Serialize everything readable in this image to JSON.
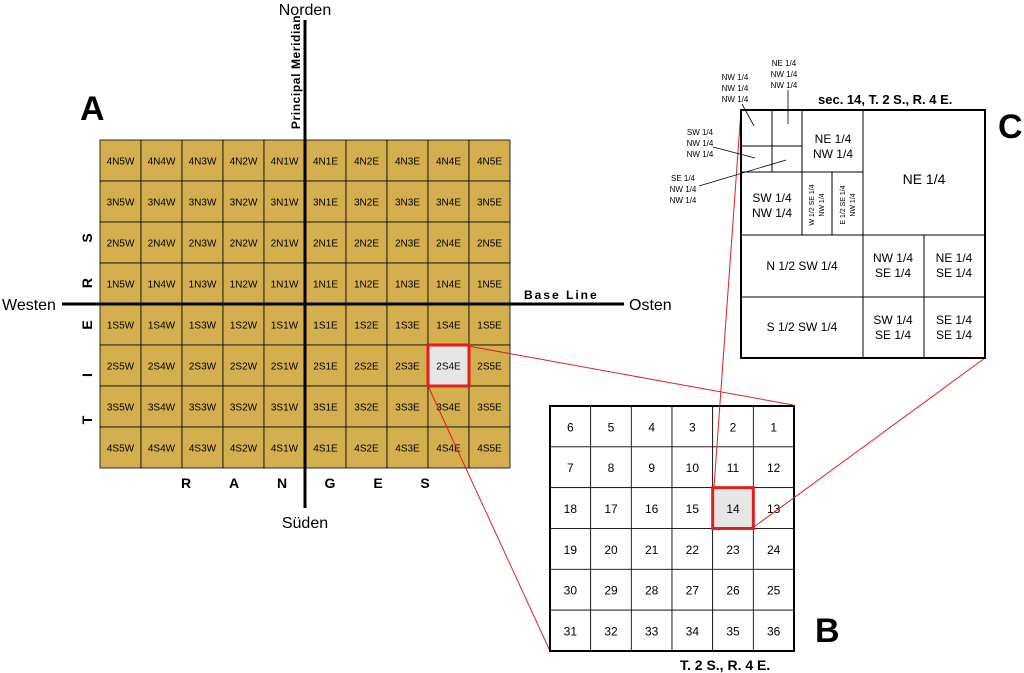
{
  "colors": {
    "township_fill": "#d4af50",
    "highlight_fill": "#e6e6e6",
    "highlight_stroke": "#e02020",
    "line": "#000000"
  },
  "panel_a": {
    "label": "A",
    "north": "Norden",
    "south": "Süden",
    "west": "Westen",
    "east": "Osten",
    "principal_meridian": "Principal Meridian",
    "base_line": "Base Line",
    "tiers_letters": [
      "T",
      "I",
      "E",
      "R",
      "S"
    ],
    "ranges_letters": [
      "R",
      "A",
      "N",
      "G",
      "E",
      "S"
    ],
    "highlight": "2S4E",
    "grid": [
      [
        "4N5W",
        "4N4W",
        "4N3W",
        "4N2W",
        "4N1W",
        "4N1E",
        "4N2E",
        "4N3E",
        "4N4E",
        "4N5E"
      ],
      [
        "3N5W",
        "3N4W",
        "3N3W",
        "3N2W",
        "3N1W",
        "3N1E",
        "3N2E",
        "3N3E",
        "3N4E",
        "3N5E"
      ],
      [
        "2N5W",
        "2N4W",
        "2N3W",
        "2N2W",
        "2N1W",
        "2N1E",
        "2N2E",
        "2N3E",
        "2N4E",
        "2N5E"
      ],
      [
        "1N5W",
        "1N4W",
        "1N3W",
        "1N2W",
        "1N1W",
        "1N1E",
        "1N2E",
        "1N3E",
        "1N4E",
        "1N5E"
      ],
      [
        "1S5W",
        "1S4W",
        "1S3W",
        "1S2W",
        "1S1W",
        "1S1E",
        "1S2E",
        "1S3E",
        "1S4E",
        "1S5E"
      ],
      [
        "2S5W",
        "2S4W",
        "2S3W",
        "2S2W",
        "2S1W",
        "2S1E",
        "2S2E",
        "2S3E",
        "2S4E",
        "2S5E"
      ],
      [
        "3S5W",
        "3S4W",
        "3S3W",
        "3S2W",
        "3S1W",
        "3S1E",
        "3S2E",
        "3S3E",
        "3S4E",
        "3S5E"
      ],
      [
        "4S5W",
        "4S4W",
        "4S3W",
        "4S2W",
        "4S1W",
        "4S1E",
        "4S2E",
        "4S3E",
        "4S4E",
        "4S5E"
      ]
    ]
  },
  "panel_b": {
    "label": "B",
    "caption": "T. 2 S., R. 4 E.",
    "highlight": "14",
    "grid": [
      [
        "6",
        "5",
        "4",
        "3",
        "2",
        "1"
      ],
      [
        "7",
        "8",
        "9",
        "10",
        "11",
        "12"
      ],
      [
        "18",
        "17",
        "16",
        "15",
        "14",
        "13"
      ],
      [
        "19",
        "20",
        "21",
        "22",
        "23",
        "24"
      ],
      [
        "30",
        "29",
        "28",
        "27",
        "26",
        "25"
      ],
      [
        "31",
        "32",
        "33",
        "34",
        "35",
        "36"
      ]
    ]
  },
  "panel_c": {
    "label": "C",
    "caption": "sec. 14, T. 2 S., R. 4 E.",
    "ne": "NE 1/4",
    "ne_nw": [
      "NE 1/4",
      "NW 1/4"
    ],
    "sw_nw": [
      "SW 1/4",
      "NW 1/4"
    ],
    "w_se_nw": "W 1/2 SE 1/4",
    "w_se_nw_2": "NW 1/4",
    "e_se_nw": "E 1/2 SE 1/4",
    "e_se_nw_2": "NW 1/4",
    "n_sw": "N 1/2 SW 1/4",
    "s_sw": "S 1/2 SW 1/4",
    "nw_se": [
      "NW 1/4",
      "SE 1/4"
    ],
    "ne_se": [
      "NE 1/4",
      "SE 1/4"
    ],
    "sw_se": [
      "SW 1/4",
      "SE 1/4"
    ],
    "se_se": [
      "SE 1/4",
      "SE 1/4"
    ],
    "callout_ne_nw_nw": [
      "NE 1/4",
      "NW 1/4",
      "NW 1/4"
    ],
    "callout_nw_nw_nw": [
      "NW 1/4",
      "NW 1/4",
      "NW 1/4"
    ],
    "callout_sw_nw_nw": [
      "SW 1/4",
      "NW 1/4",
      "NW 1/4"
    ],
    "callout_se_nw_nw": [
      "SE 1/4",
      "NW 1/4",
      "NW 1/4"
    ]
  }
}
